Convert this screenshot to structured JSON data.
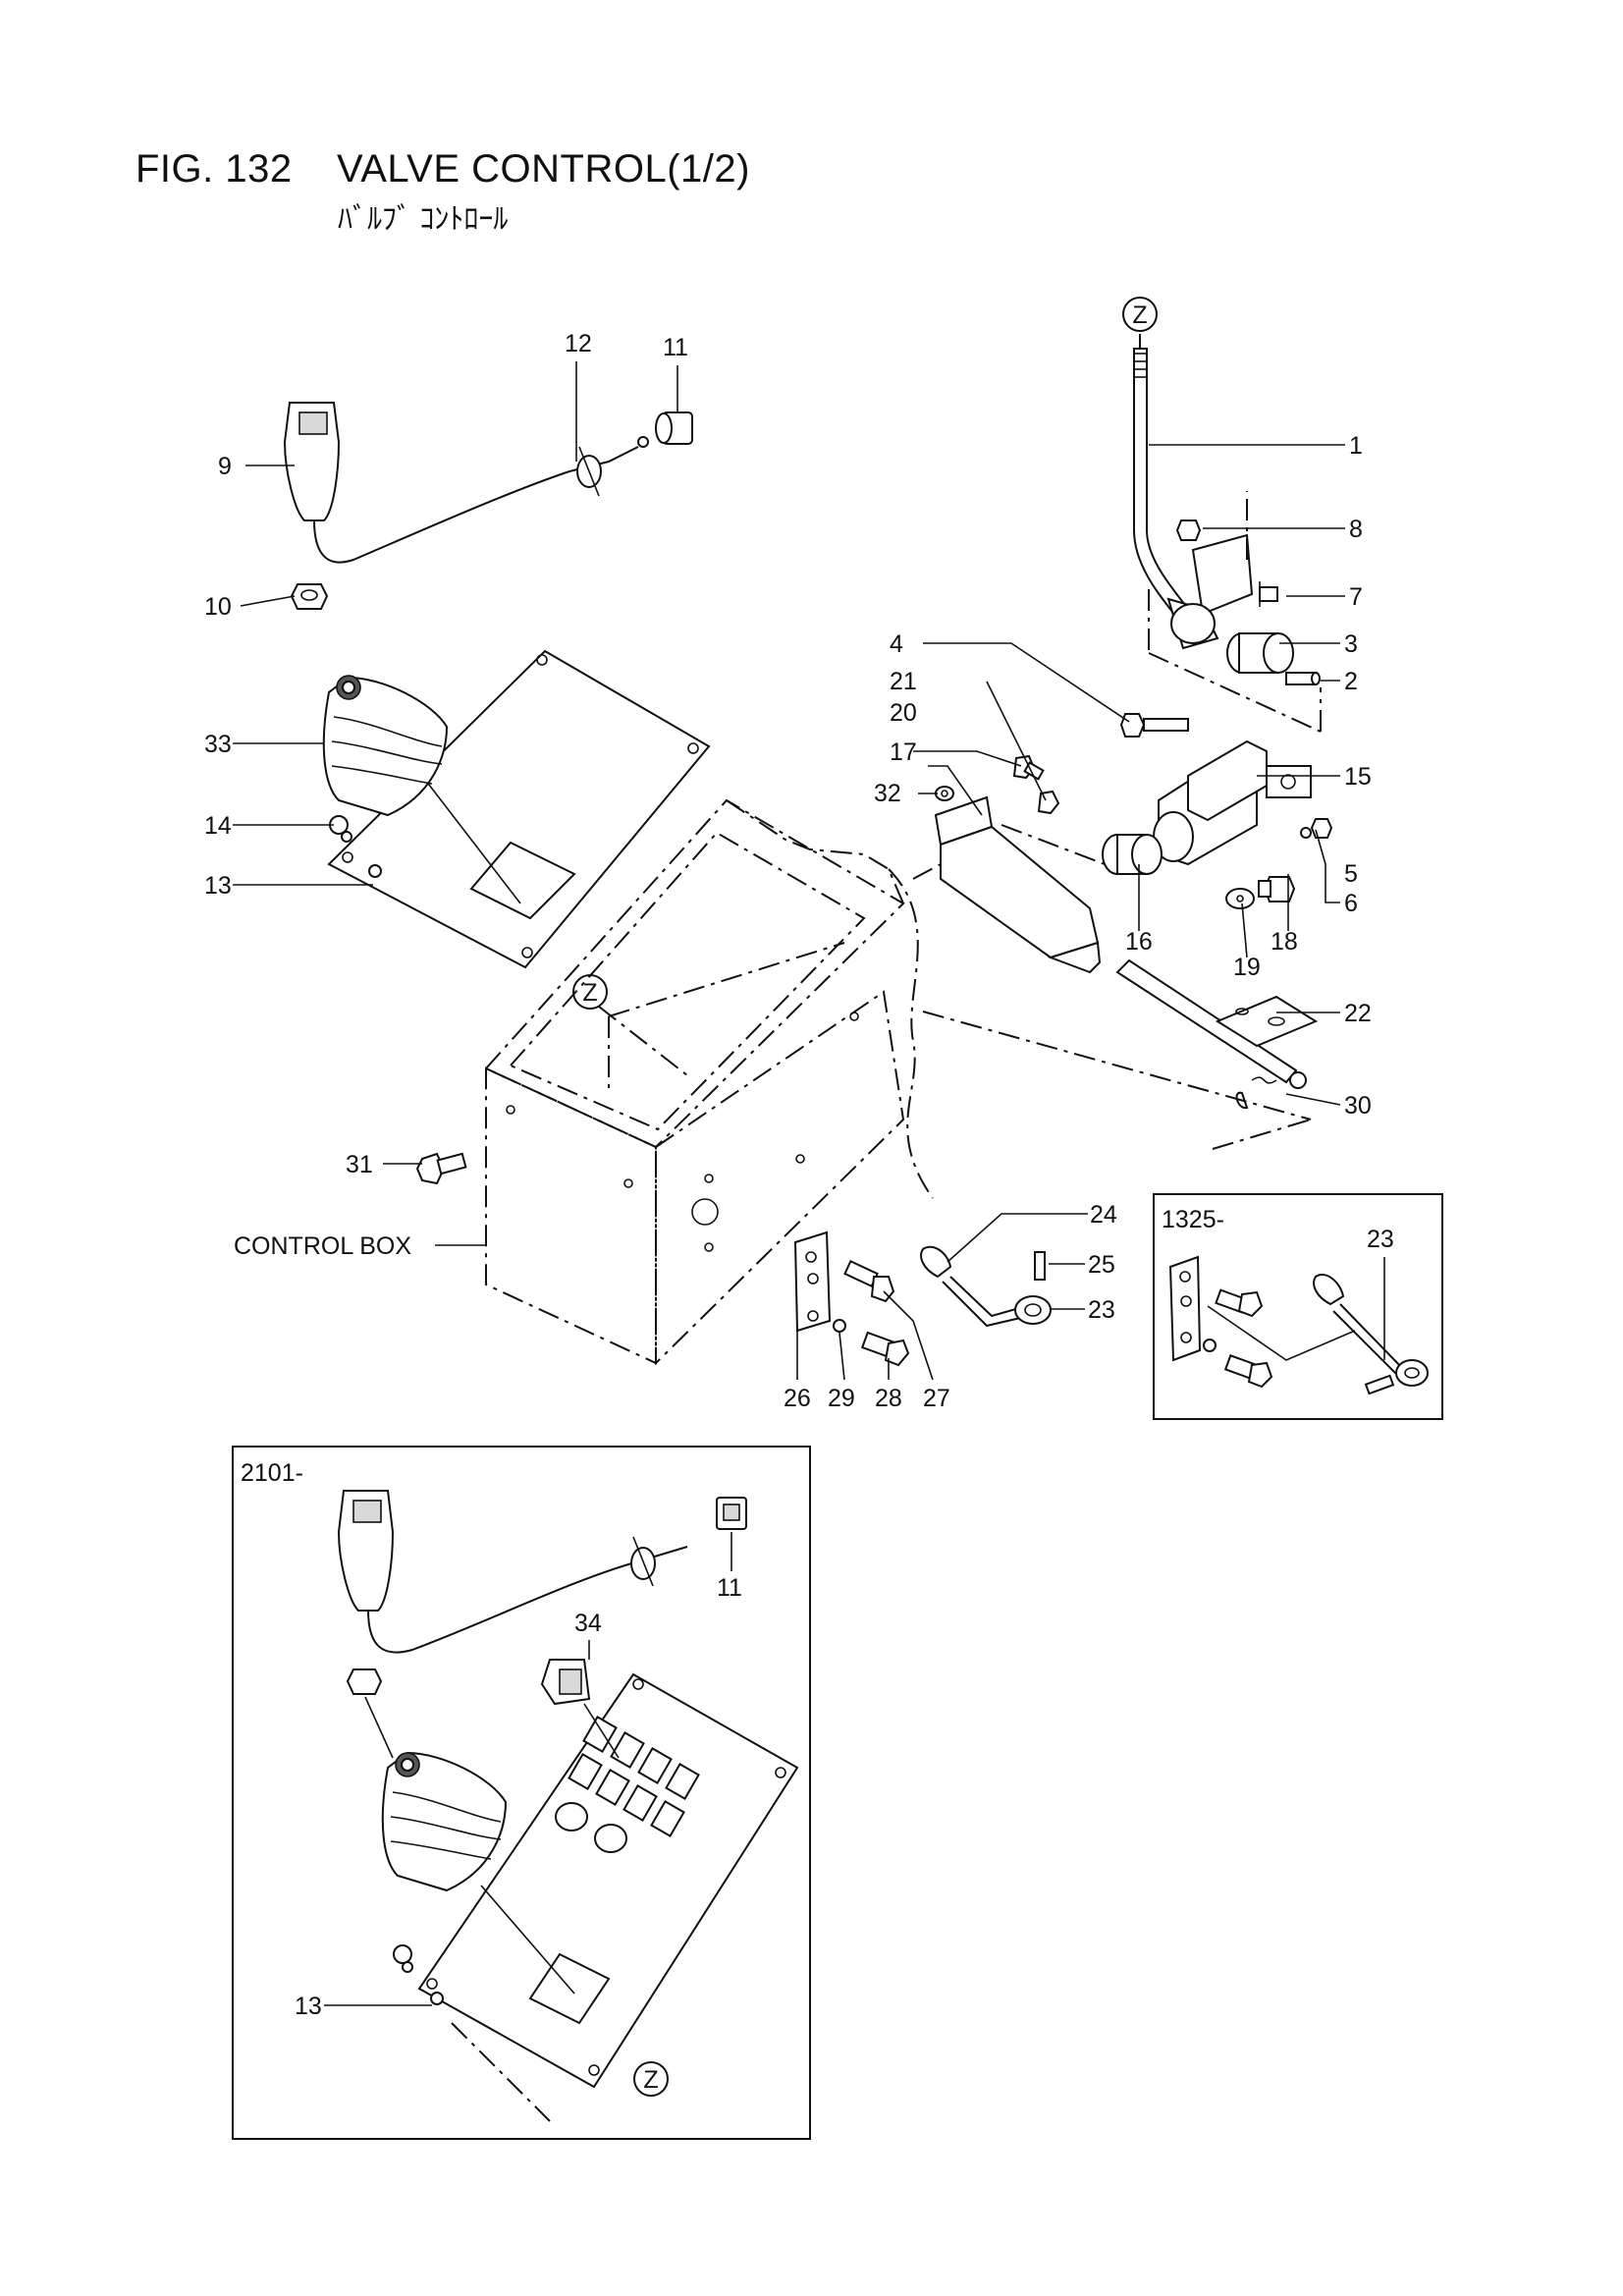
{
  "header": {
    "figure": "FIG. 132",
    "title": "VALVE CONTROL(1/2)",
    "subtitle": "ﾊﾞﾙﾌﾞ ｺﾝﾄﾛｰﾙ"
  },
  "callouts": [
    "1",
    "2",
    "3",
    "4",
    "5",
    "6",
    "7",
    "8",
    "9",
    "10",
    "11",
    "12",
    "13",
    "14",
    "15",
    "16",
    "17",
    "18",
    "19",
    "20",
    "21",
    "22",
    "23",
    "24",
    "25",
    "26",
    "27",
    "28",
    "29",
    "30",
    "31",
    "32",
    "33"
  ],
  "reference_marker": "Z",
  "assembly_label": "CONTROL BOX",
  "inset_1325": {
    "serial": "1325-",
    "callouts": [
      "23"
    ]
  },
  "inset_2101": {
    "serial": "2101-",
    "callouts": [
      "11",
      "34",
      "13"
    ]
  }
}
